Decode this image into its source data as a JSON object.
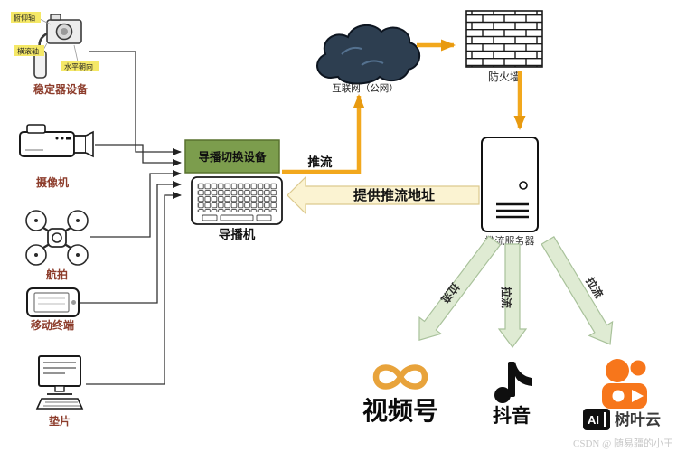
{
  "colors": {
    "flow_yellow": "#F2A81D",
    "block_arrow_fill": "#FBF3D2",
    "block_arrow_border": "#DCC98E",
    "switcher_green": "#7C9D4D",
    "pull_arrow_fill": "#DFEBD3",
    "pull_arrow_border": "#A9C29B",
    "shipinhao_orange": "#E8A33B",
    "kuaishou_orange": "#F7761B",
    "cloud_navy": "#2D3E50"
  },
  "devices": {
    "stabilizer": {
      "label": "稳定器设备",
      "axis_labels": [
        "俯仰轴",
        "横滚轴",
        "水平朝向"
      ]
    },
    "camera": {
      "label": "摄像机"
    },
    "drone": {
      "label": "航拍"
    },
    "mobile": {
      "label": "移动终端"
    },
    "mat": {
      "label": "垫片"
    }
  },
  "switcher": {
    "device_label": "导播切换设备",
    "console_label": "导播机"
  },
  "network": {
    "internet": "互联网（公网）",
    "firewall": "防火墙",
    "server": "推流服务器"
  },
  "flows": {
    "push": "推流",
    "provide_url": "提供推流地址",
    "pull_left": "拉流",
    "pull_mid": "拉流",
    "pull_right": "拉流"
  },
  "platforms": {
    "wechat_channels": "视频号",
    "douyin": "抖音"
  },
  "watermarks": {
    "logo_ai": "AI",
    "logo_name": "树叶云",
    "csdn_credit": "CSDN @ 随易疆的小王"
  }
}
